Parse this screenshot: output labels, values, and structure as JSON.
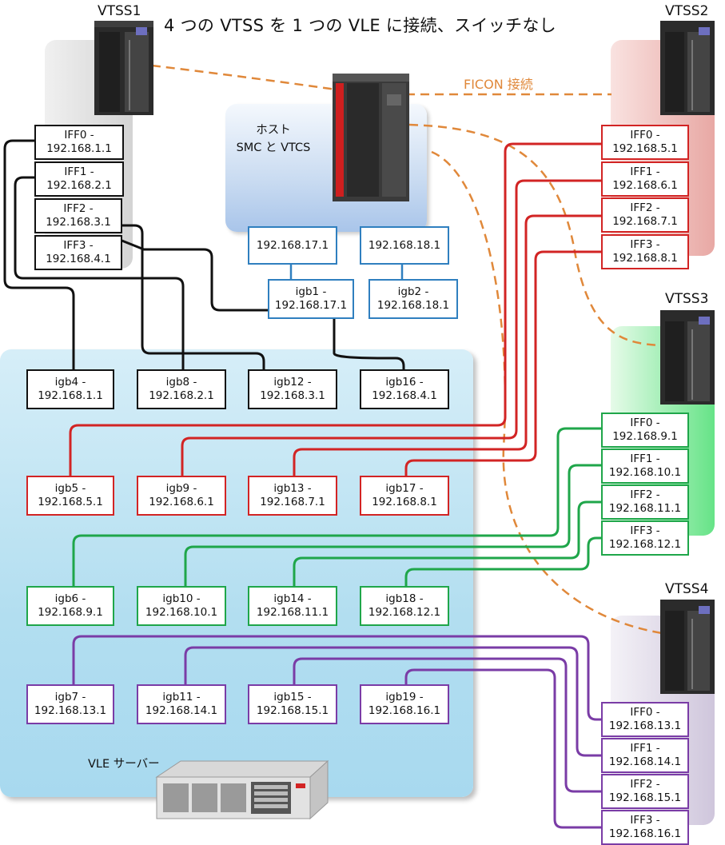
{
  "title": "4 つの VTSS を 1 つの VLE に接続、スイッチなし",
  "vtss_labels": [
    "VTSS1",
    "VTSS2",
    "VTSS3",
    "VTSS4"
  ],
  "host": {
    "line1": "ホスト",
    "line2": "SMC と VTCS"
  },
  "ficon_label": "FICON 接続",
  "vle_server_label": "VLE サーバー",
  "host_ports": [
    "192.168.17.1",
    "192.168.18.1"
  ],
  "host_igb": [
    {
      "name": "igb1 -",
      "ip": "192.168.17.1"
    },
    {
      "name": "igb2 -",
      "ip": "192.168.18.1"
    }
  ],
  "vtss1_iff": [
    {
      "name": "IFF0 -",
      "ip": "192.168.1.1"
    },
    {
      "name": "IFF1 -",
      "ip": "192.168.2.1"
    },
    {
      "name": "IFF2 -",
      "ip": "192.168.3.1"
    },
    {
      "name": "IFF3 -",
      "ip": "192.168.4.1"
    }
  ],
  "vtss2_iff": [
    {
      "name": "IFF0 -",
      "ip": "192.168.5.1"
    },
    {
      "name": "IFF1 -",
      "ip": "192.168.6.1"
    },
    {
      "name": "IFF2 -",
      "ip": "192.168.7.1"
    },
    {
      "name": "IFF3 -",
      "ip": "192.168.8.1"
    }
  ],
  "vtss3_iff": [
    {
      "name": "IFF0 -",
      "ip": "192.168.9.1"
    },
    {
      "name": "IFF1 -",
      "ip": "192.168.10.1"
    },
    {
      "name": "IFF2 -",
      "ip": "192.168.11.1"
    },
    {
      "name": "IFF3 -",
      "ip": "192.168.12.1"
    }
  ],
  "vtss4_iff": [
    {
      "name": "IFF0 -",
      "ip": "192.168.13.1"
    },
    {
      "name": "IFF1 -",
      "ip": "192.168.14.1"
    },
    {
      "name": "IFF2 -",
      "ip": "192.168.15.1"
    },
    {
      "name": "IFF3 -",
      "ip": "192.168.16.1"
    }
  ],
  "vle_igb_rows": [
    [
      {
        "name": "igb4 -",
        "ip": "192.168.1.1"
      },
      {
        "name": "igb8 -",
        "ip": "192.168.2.1"
      },
      {
        "name": "igb12 -",
        "ip": "192.168.3.1"
      },
      {
        "name": "igb16 -",
        "ip": "192.168.4.1"
      }
    ],
    [
      {
        "name": "igb5 -",
        "ip": "192.168.5.1"
      },
      {
        "name": "igb9 -",
        "ip": "192.168.6.1"
      },
      {
        "name": "igb13 -",
        "ip": "192.168.7.1"
      },
      {
        "name": "igb17 -",
        "ip": "192.168.8.1"
      }
    ],
    [
      {
        "name": "igb6 -",
        "ip": "192.168.9.1"
      },
      {
        "name": "igb10 -",
        "ip": "192.168.10.1"
      },
      {
        "name": "igb14 -",
        "ip": "192.168.11.1"
      },
      {
        "name": "igb18 -",
        "ip": "192.168.12.1"
      }
    ],
    [
      {
        "name": "igb7 -",
        "ip": "192.168.13.1"
      },
      {
        "name": "igb11 -",
        "ip": "192.168.14.1"
      },
      {
        "name": "igb15 -",
        "ip": "192.168.15.1"
      },
      {
        "name": "igb19 -",
        "ip": "192.168.16.1"
      }
    ]
  ],
  "colors": {
    "vtss1_wire": "#111111",
    "vtss2_wire": "#d22424",
    "vtss3_wire": "#1fa64a",
    "vtss4_wire": "#7a3ca6",
    "host_link": "#2f7fbf",
    "ficon": "#e0883a"
  }
}
